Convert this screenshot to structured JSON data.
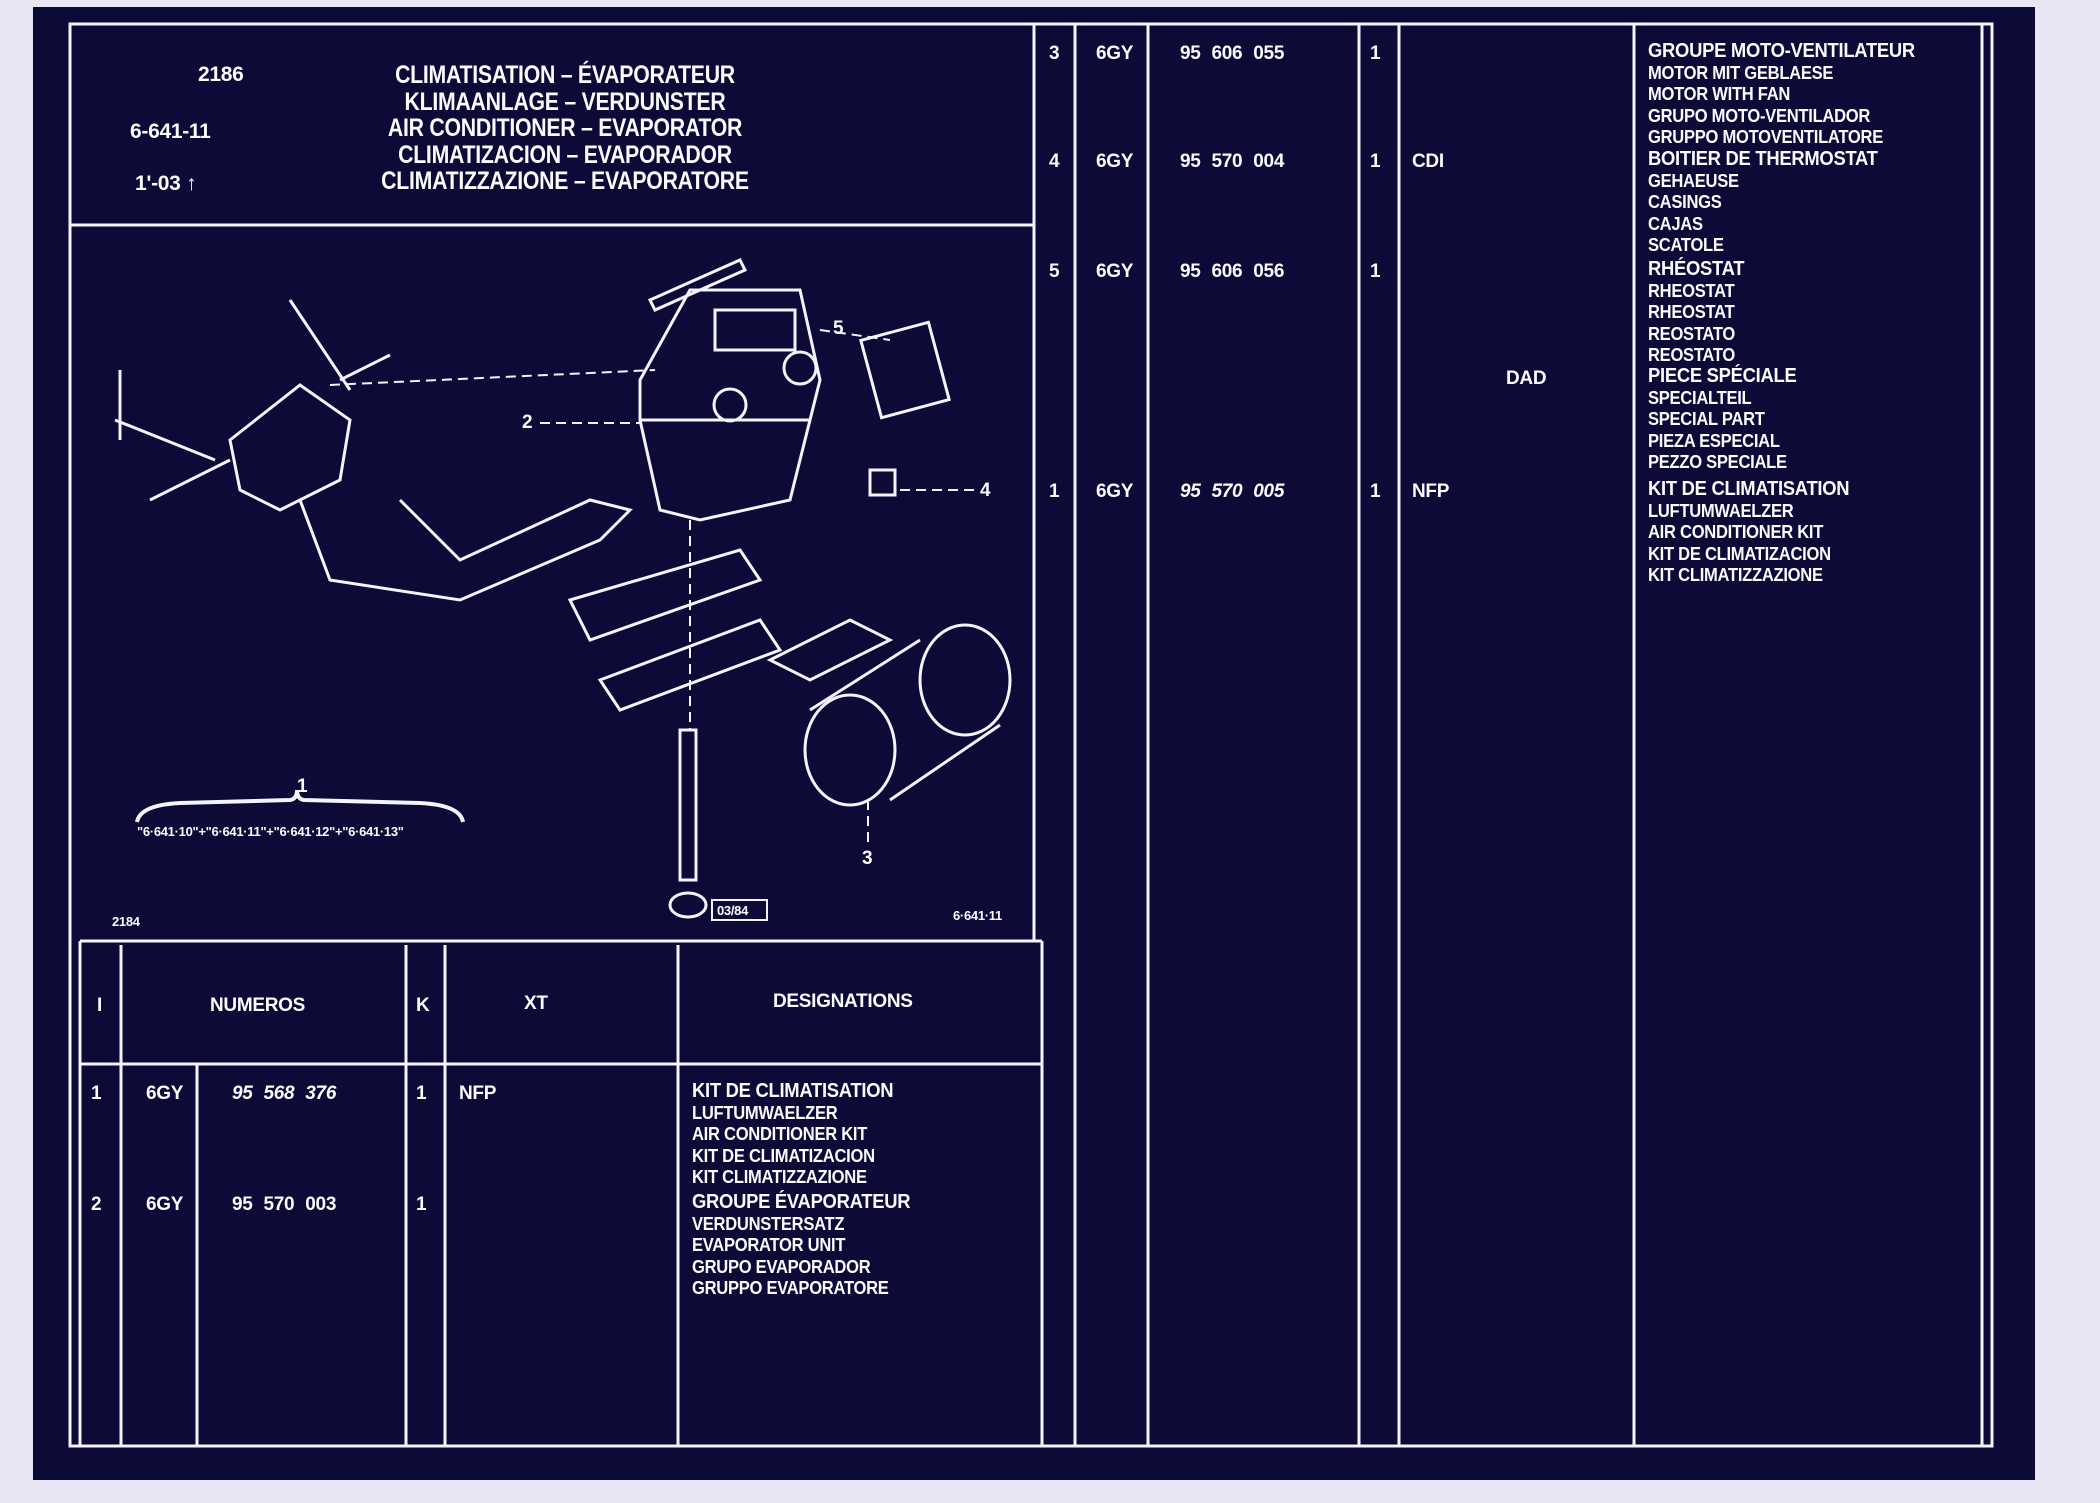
{
  "header": {
    "page_number": "2186",
    "ref_code": "6-641-11",
    "version": "1'-03",
    "titles": [
      "CLIMATISATION – ÉVAPORATEUR",
      "KLIMAANLAGE – VERDUNSTER",
      "AIR CONDITIONER – EVAPORATOR",
      "CLIMATIZACION – EVAPORADOR",
      "CLIMATIZZAZIONE – EVAPORATORE"
    ]
  },
  "diagram": {
    "callouts": [
      "1",
      "2",
      "3",
      "4",
      "5"
    ],
    "group_refs": "\"6·641·10\"+\"6·641·11\"+\"6·641·12\"+\"6·641·13\"",
    "drawing_number": "2184",
    "date_stamp": "03/84",
    "figure_ref": "6·641·11"
  },
  "table_headers": {
    "index": "I",
    "numbers": "NUMEROS",
    "qty": "K",
    "xt": "XT",
    "designations": "DESIGNATIONS"
  },
  "left_rows": [
    {
      "index": "1",
      "prefix": "6GY",
      "number": "95 568 376",
      "qty": "1",
      "xt": "NFP",
      "designations": [
        "KIT DE CLIMATISATION",
        "LUFTUMWAELZER",
        "AIR CONDITIONER KIT",
        "KIT DE CLIMATIZACION",
        "KIT CLIMATIZZAZIONE"
      ]
    },
    {
      "index": "2",
      "prefix": "6GY",
      "number": "95 570 003",
      "qty": "1",
      "xt": "",
      "designations": [
        "GROUPE ÉVAPORATEUR",
        "VERDUNSTERSATZ",
        "EVAPORATOR UNIT",
        "GRUPO EVAPORADOR",
        "GRUPPO EVAPORATORE"
      ]
    }
  ],
  "right_rows": [
    {
      "index": "3",
      "prefix": "6GY",
      "number": "95 606 055",
      "qty": "1",
      "xt": "",
      "designations": [
        "GROUPE MOTO-VENTILATEUR",
        "MOTOR MIT GEBLAESE",
        "MOTOR WITH FAN",
        "GRUPO MOTO-VENTILADOR",
        "GRUPPO MOTOVENTILATORE"
      ]
    },
    {
      "index": "4",
      "prefix": "6GY",
      "number": "95 570 004",
      "qty": "1",
      "xt": "CDI",
      "designations": [
        "BOITIER DE THERMOSTAT",
        "GEHAEUSE",
        "CASINGS",
        "CAJAS",
        "SCATOLE"
      ]
    },
    {
      "index": "5",
      "prefix": "6GY",
      "number": "95 606 056",
      "qty": "1",
      "xt": "",
      "designations": [
        "RHÉOSTAT",
        "RHEOSTAT",
        "RHEOSTAT",
        "REOSTATO",
        "REOSTATO"
      ]
    },
    {
      "index": "",
      "prefix": "",
      "number": "",
      "qty": "",
      "xt": "DAD",
      "designations": [
        "PIECE SPÉCIALE",
        "SPECIALTEIL",
        "SPECIAL PART",
        "PIEZA ESPECIAL",
        "PEZZO SPECIALE"
      ]
    },
    {
      "index": "1",
      "prefix": "6GY",
      "number": "95 570 005",
      "qty": "1",
      "xt": "NFP",
      "designations": [
        "KIT DE CLIMATISATION",
        "LUFTUMWAELZER",
        "AIR CONDITIONER KIT",
        "KIT DE CLIMATIZACION",
        "KIT CLIMATIZZAZIONE"
      ]
    }
  ]
}
